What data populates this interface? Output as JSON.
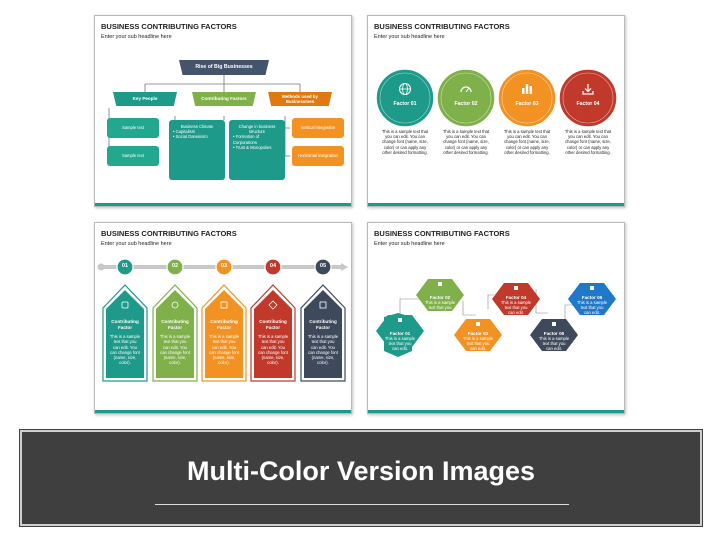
{
  "colors": {
    "teal": "#1e9a8a",
    "green": "#7fb04a",
    "orange": "#f29222",
    "red": "#c0392b",
    "navy": "#3e4a5c",
    "blue": "#1f78c8",
    "header_bar": "#44546a"
  },
  "slide_common": {
    "title": "BUSINESS CONTRIBUTING FACTORS",
    "subtitle": "Enter your sub headline here",
    "body_text": "This is a sample text that you can edit. You can change font (name, size, color) or can apply any other desired formatting."
  },
  "slide1": {
    "root": "Rise of Big Businesses",
    "branches": [
      "Key People",
      "Contributing Factors",
      "Methods used by Businessmen"
    ],
    "key_people": [
      "Sample text",
      "Sample text"
    ],
    "factors_col1": {
      "title": "Business Climate",
      "items": [
        "Capitalism",
        "Social Darwinism"
      ]
    },
    "factors_col2": {
      "title": "Change in business structure",
      "items": [
        "Formation of Corporations",
        "Trust & Monopolies"
      ]
    },
    "methods": [
      "Vertical integration",
      "Horizontal integration"
    ]
  },
  "slide2": {
    "factors": [
      {
        "label": "Factor 01",
        "icon": "globe-icon"
      },
      {
        "label": "Factor 02",
        "icon": "dashboard-icon"
      },
      {
        "label": "Factor 03",
        "icon": "bar-chart-icon"
      },
      {
        "label": "Factor 04",
        "icon": "download-icon"
      }
    ],
    "text_lines": [
      "This is a sample text that",
      "you can edit. You can",
      "change font (name, size,",
      "color) or can apply any",
      "other desired formatting."
    ]
  },
  "slide3": {
    "numbers": [
      "01",
      "02",
      "03",
      "04",
      "05"
    ],
    "card_title_1": "Contributing",
    "card_title_2": "Factor",
    "card_text_lines": [
      "This is a sample",
      "text that you",
      "can edit. You",
      "can change font",
      "(name, size,",
      "color)."
    ]
  },
  "slide4": {
    "factors": [
      "Factor 01",
      "Factor 02",
      "Factor 03",
      "Factor 04",
      "Factor 05",
      "Factor 06"
    ],
    "text_lines": [
      "This is a sample",
      "text that you",
      "can edit."
    ]
  },
  "banner": {
    "title": "Multi-Color Version Images"
  }
}
